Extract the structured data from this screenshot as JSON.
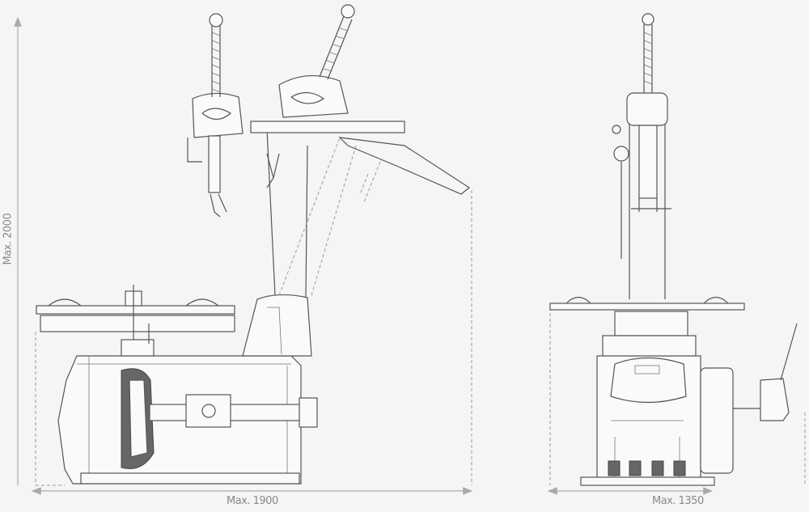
{
  "dimensions": {
    "height_label": "Max. 2000",
    "side_width_label": "Max. 1900",
    "front_width_label": "Max. 1350"
  },
  "colors": {
    "background": "#f5f5f5",
    "line": "#555555",
    "dimension": "#aaaaaa"
  }
}
